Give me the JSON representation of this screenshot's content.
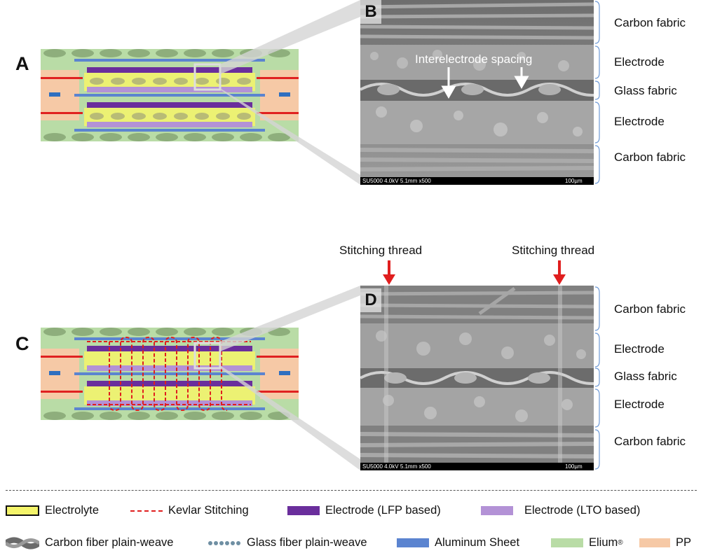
{
  "panels": {
    "a": "A",
    "b": "B",
    "c": "C",
    "d": "D"
  },
  "sem_b": {
    "labels": [
      "Carbon fabric",
      "Electrode",
      "Glass fabric",
      "Electrode",
      "Carbon fabric"
    ],
    "annotation": "Interelectrode spacing",
    "scalebar_info": "SU5000 4.0kV 5.1mm x500",
    "scalebar_value": "100µm"
  },
  "sem_d": {
    "labels": [
      "Carbon fabric",
      "Electrode",
      "Glass fabric",
      "Electrode",
      "Carbon fabric"
    ],
    "thread_labels": [
      "Stitching thread",
      "Stitching thread"
    ],
    "scalebar_info": "SU5000 4.0kV 5.1mm x500",
    "scalebar_value": "100µm"
  },
  "legend": {
    "electrolyte": "Electrolyte",
    "kevlar": "Kevlar Stitching",
    "lfp": "Electrode (LFP based)",
    "lto": "Electrode (LTO based)",
    "carbon": "Carbon fiber plain-weave",
    "glass": "Glass fiber plain-weave",
    "aluminum": "Aluminum Sheet",
    "elium": "Elium",
    "elium_sup": "®",
    "pp": "PP"
  },
  "colors": {
    "electrolyte": "#f4f46a",
    "lfp": "#6a2e9c",
    "lto": "#b392d6",
    "aluminum": "#5b84d0",
    "elium": "#b9dca6",
    "pp": "#f6c9a6",
    "carbon": "#7a7a7a",
    "glass": "#6f8fa3",
    "kevlar": "#e01e1e",
    "stitch_arrow": "#e01e1e"
  }
}
